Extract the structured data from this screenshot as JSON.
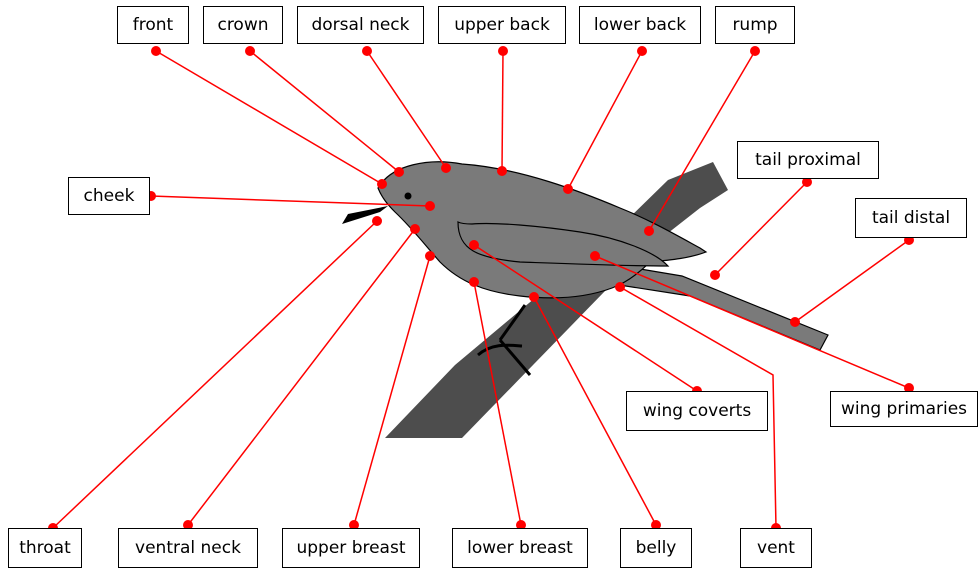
{
  "diagram": {
    "colors": {
      "leader_line": "#ff0000",
      "marker": "#ff0000",
      "bird_body": "#7a7a7a",
      "bird_outline": "#000000",
      "branch": "#4d4d4d",
      "beak": "#000000",
      "box_border": "#000000"
    },
    "labels": {
      "front": "front",
      "crown": "crown",
      "dorsal_neck": "dorsal neck",
      "upper_back": "upper back",
      "lower_back": "lower back",
      "rump": "rump",
      "cheek": "cheek",
      "tail_proximal": "tail proximal",
      "tail_distal": "tail distal",
      "wing_coverts": "wing coverts",
      "wing_primaries": "wing primaries",
      "throat": "throat",
      "ventral_neck": "ventral neck",
      "upper_breast": "upper breast",
      "lower_breast": "lower breast",
      "belly": "belly",
      "vent": "vent"
    }
  }
}
